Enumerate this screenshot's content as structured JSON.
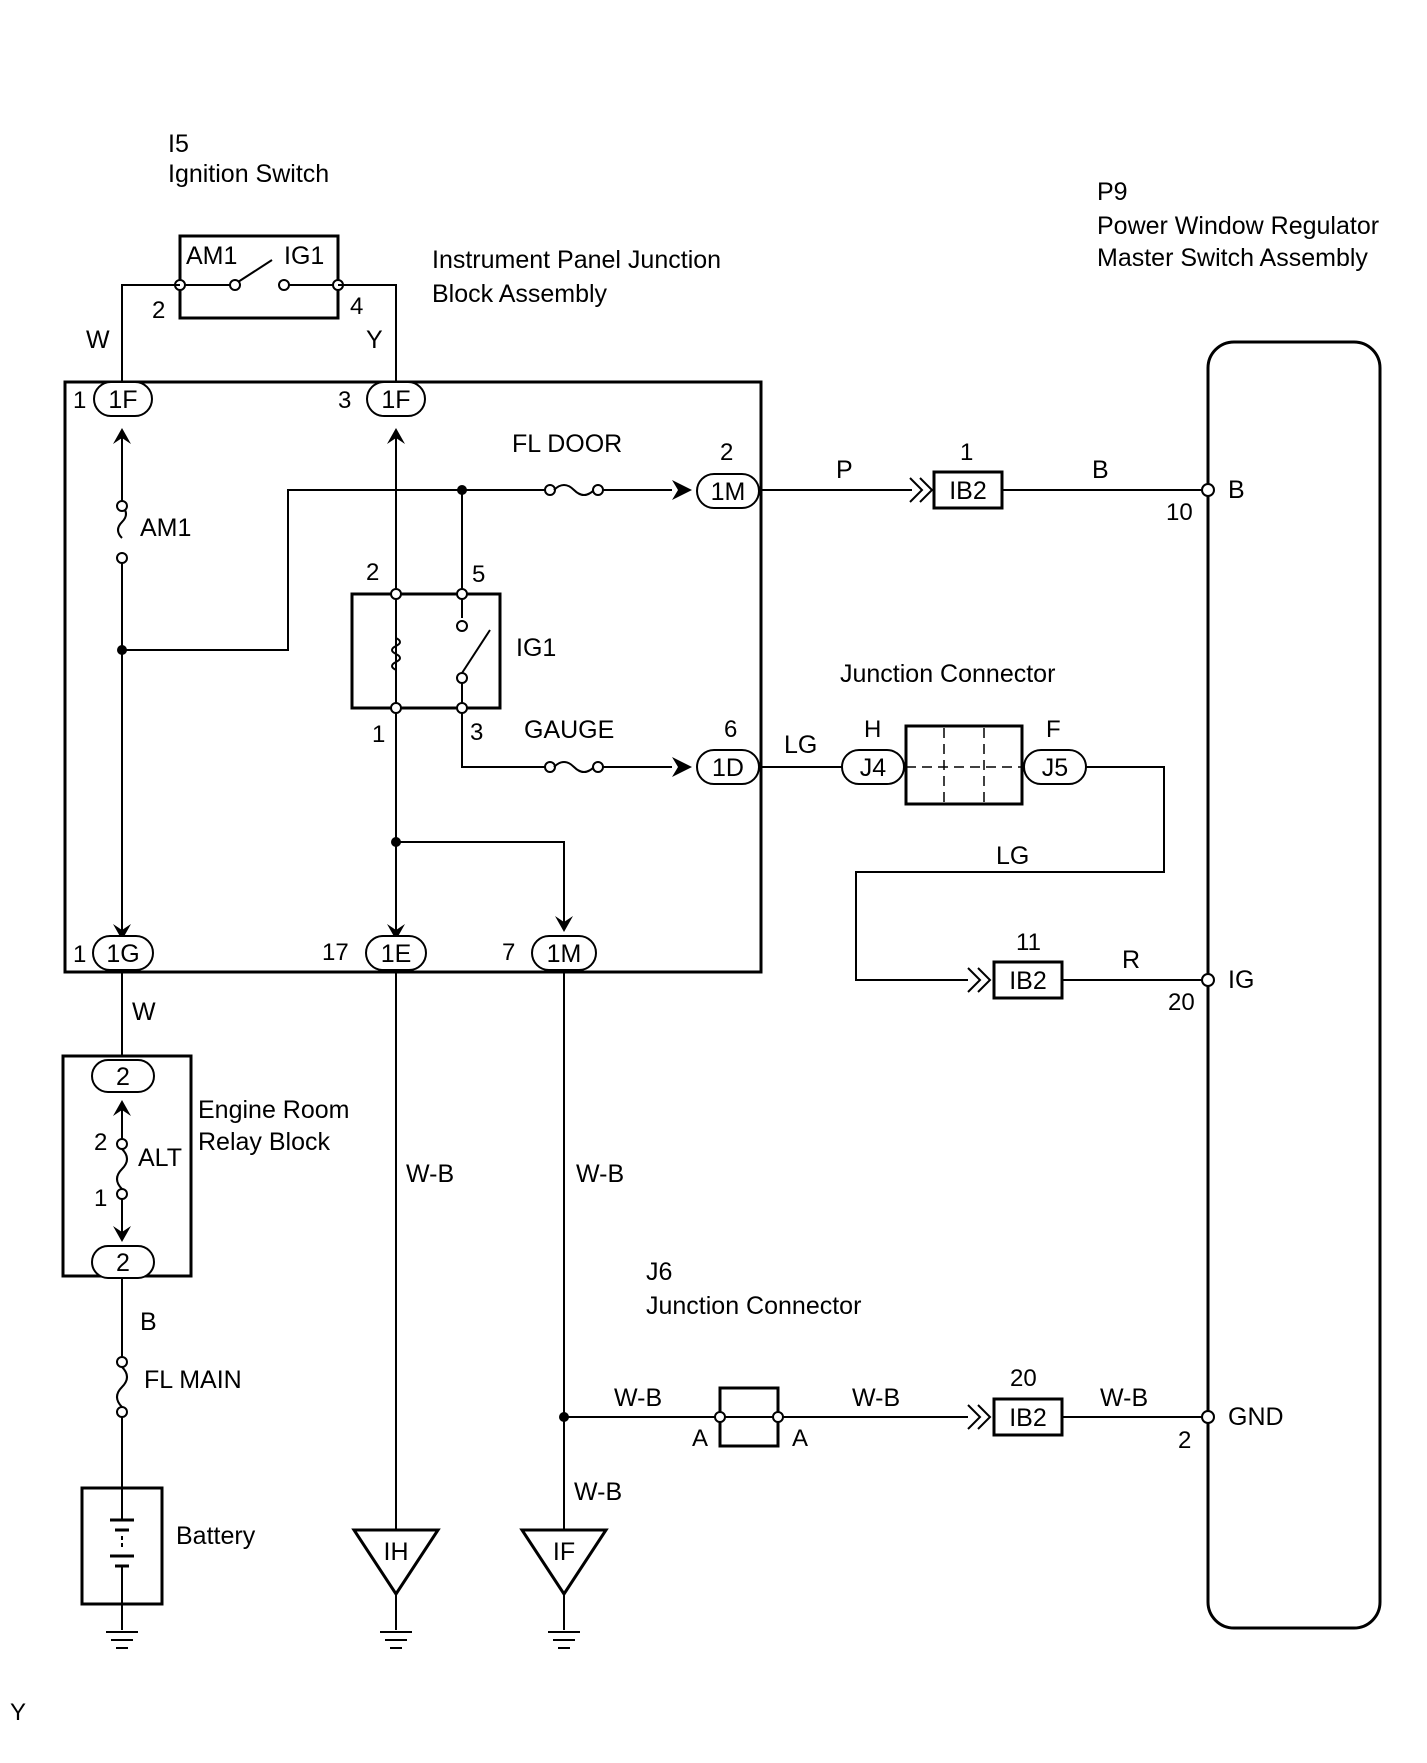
{
  "components": {
    "ignition_switch": {
      "code": "I5",
      "name": "Ignition Switch",
      "contact_left": "AM1",
      "contact_right": "IG1",
      "pin_left": "2",
      "pin_right": "4"
    },
    "instrument_panel_jb": {
      "line1": "Instrument Panel Junction",
      "line2": "Block Assembly"
    },
    "master_switch": {
      "code": "P9",
      "line1": "Power Window Regulator",
      "line2": "Master Switch Assembly"
    },
    "engine_room_relay_block": {
      "line1": "Engine Room",
      "line2": "Relay Block"
    },
    "junction_connector_top": {
      "name": "Junction Connector"
    },
    "junction_connector_j6": {
      "code": "J6",
      "name": "Junction Connector"
    },
    "battery": {
      "name": "Battery"
    }
  },
  "fuses": {
    "am1": "AM1",
    "fl_door": "FL DOOR",
    "gauge": "GAUGE",
    "alt": "ALT",
    "fl_main": "FL MAIN"
  },
  "relay": {
    "name": "IG1",
    "pin_coil_top": "2",
    "pin_coil_bottom": "1",
    "pin_switch_top": "5",
    "pin_switch_bottom": "3"
  },
  "connectors": {
    "c1f_left": {
      "label": "1F",
      "pin": "1"
    },
    "c1f_right": {
      "label": "1F",
      "pin": "3"
    },
    "c1m_top": {
      "label": "1M",
      "pin": "2"
    },
    "c1d": {
      "label": "1D",
      "pin": "6"
    },
    "c1g": {
      "label": "1G",
      "pin": "1"
    },
    "c1e": {
      "label": "1E",
      "pin": "17"
    },
    "c1m_bottom": {
      "label": "1M",
      "pin": "7"
    },
    "erb_top": {
      "label": "2"
    },
    "erb_bottom": {
      "label": "2"
    },
    "alt_pin_top": "2",
    "alt_pin_bottom": "1",
    "ib2_top": {
      "label": "IB2",
      "pin": "1"
    },
    "ib2_mid": {
      "label": "IB2",
      "pin": "11"
    },
    "ib2_bottom": {
      "label": "IB2",
      "pin": "20"
    },
    "j4": {
      "label": "J4",
      "pin": "H"
    },
    "j5": {
      "label": "J5",
      "pin": "F"
    },
    "j6_pin_left": "A",
    "j6_pin_right": "A"
  },
  "wire_colors": {
    "w_top": "W",
    "y_top": "Y",
    "p": "P",
    "b_right": "B",
    "lg_left": "LG",
    "lg_loop": "LG",
    "r": "R",
    "w_mid": "W",
    "b_left": "B",
    "wb_1e": "W-B",
    "wb_1m": "W-B",
    "wb_j6_left": "W-B",
    "wb_j6_right": "W-B",
    "wb_gnd": "W-B",
    "wb_if": "W-B"
  },
  "terminals": {
    "b": {
      "name": "B",
      "pin": "10"
    },
    "ig": {
      "name": "IG",
      "pin": "20"
    },
    "gnd": {
      "name": "GND",
      "pin": "2"
    }
  },
  "grounds": {
    "ih": "IH",
    "if": "IF"
  },
  "corner_mark": "Y"
}
